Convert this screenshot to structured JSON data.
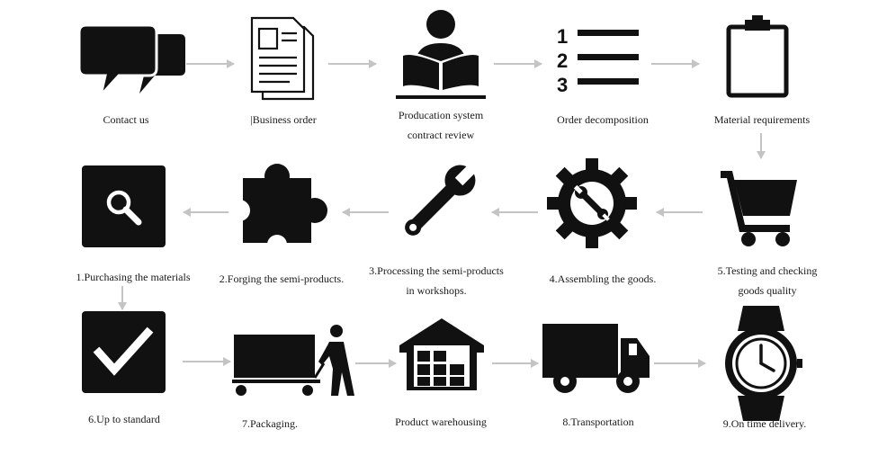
{
  "colors": {
    "icon": "#111111",
    "arrow": "#c4c4c4",
    "background": "#ffffff"
  },
  "steps": [
    {
      "icon": "speech-bubbles-icon",
      "lines": [
        "Contact us"
      ]
    },
    {
      "icon": "documents-icon",
      "lines": [
        "|Business order"
      ]
    },
    {
      "icon": "person-reading-icon",
      "lines": [
        "Producation system",
        "contract review"
      ]
    },
    {
      "icon": "numbered-list-icon",
      "lines": [
        "Order decomposition"
      ]
    },
    {
      "icon": "clipboard-icon",
      "lines": [
        "Material requirements"
      ]
    },
    {
      "icon": "shopping-cart-icon",
      "lines": [
        "5.Testing and checking",
        "goods quality"
      ]
    },
    {
      "icon": "gear-wrench-icon",
      "lines": [
        "4.Assembling the goods."
      ]
    },
    {
      "icon": "wrench-icon",
      "lines": [
        "3.Processing the semi-products",
        "in workshops."
      ]
    },
    {
      "icon": "puzzle-piece-icon",
      "lines": [
        "2.Forging the semi-products."
      ]
    },
    {
      "icon": "magnifier-icon",
      "lines": [
        "1.Purchasing the materials"
      ]
    },
    {
      "icon": "checkmark-icon",
      "lines": [
        "6.Up to standard"
      ]
    },
    {
      "icon": "person-pushing-cart-icon",
      "lines": [
        "7.Packaging."
      ]
    },
    {
      "icon": "warehouse-icon",
      "lines": [
        "Product warehousing"
      ]
    },
    {
      "icon": "delivery-truck-icon",
      "lines": [
        "8.Transportation"
      ]
    },
    {
      "icon": "wristwatch-icon",
      "lines": [
        "9.On time delivery."
      ]
    }
  ]
}
